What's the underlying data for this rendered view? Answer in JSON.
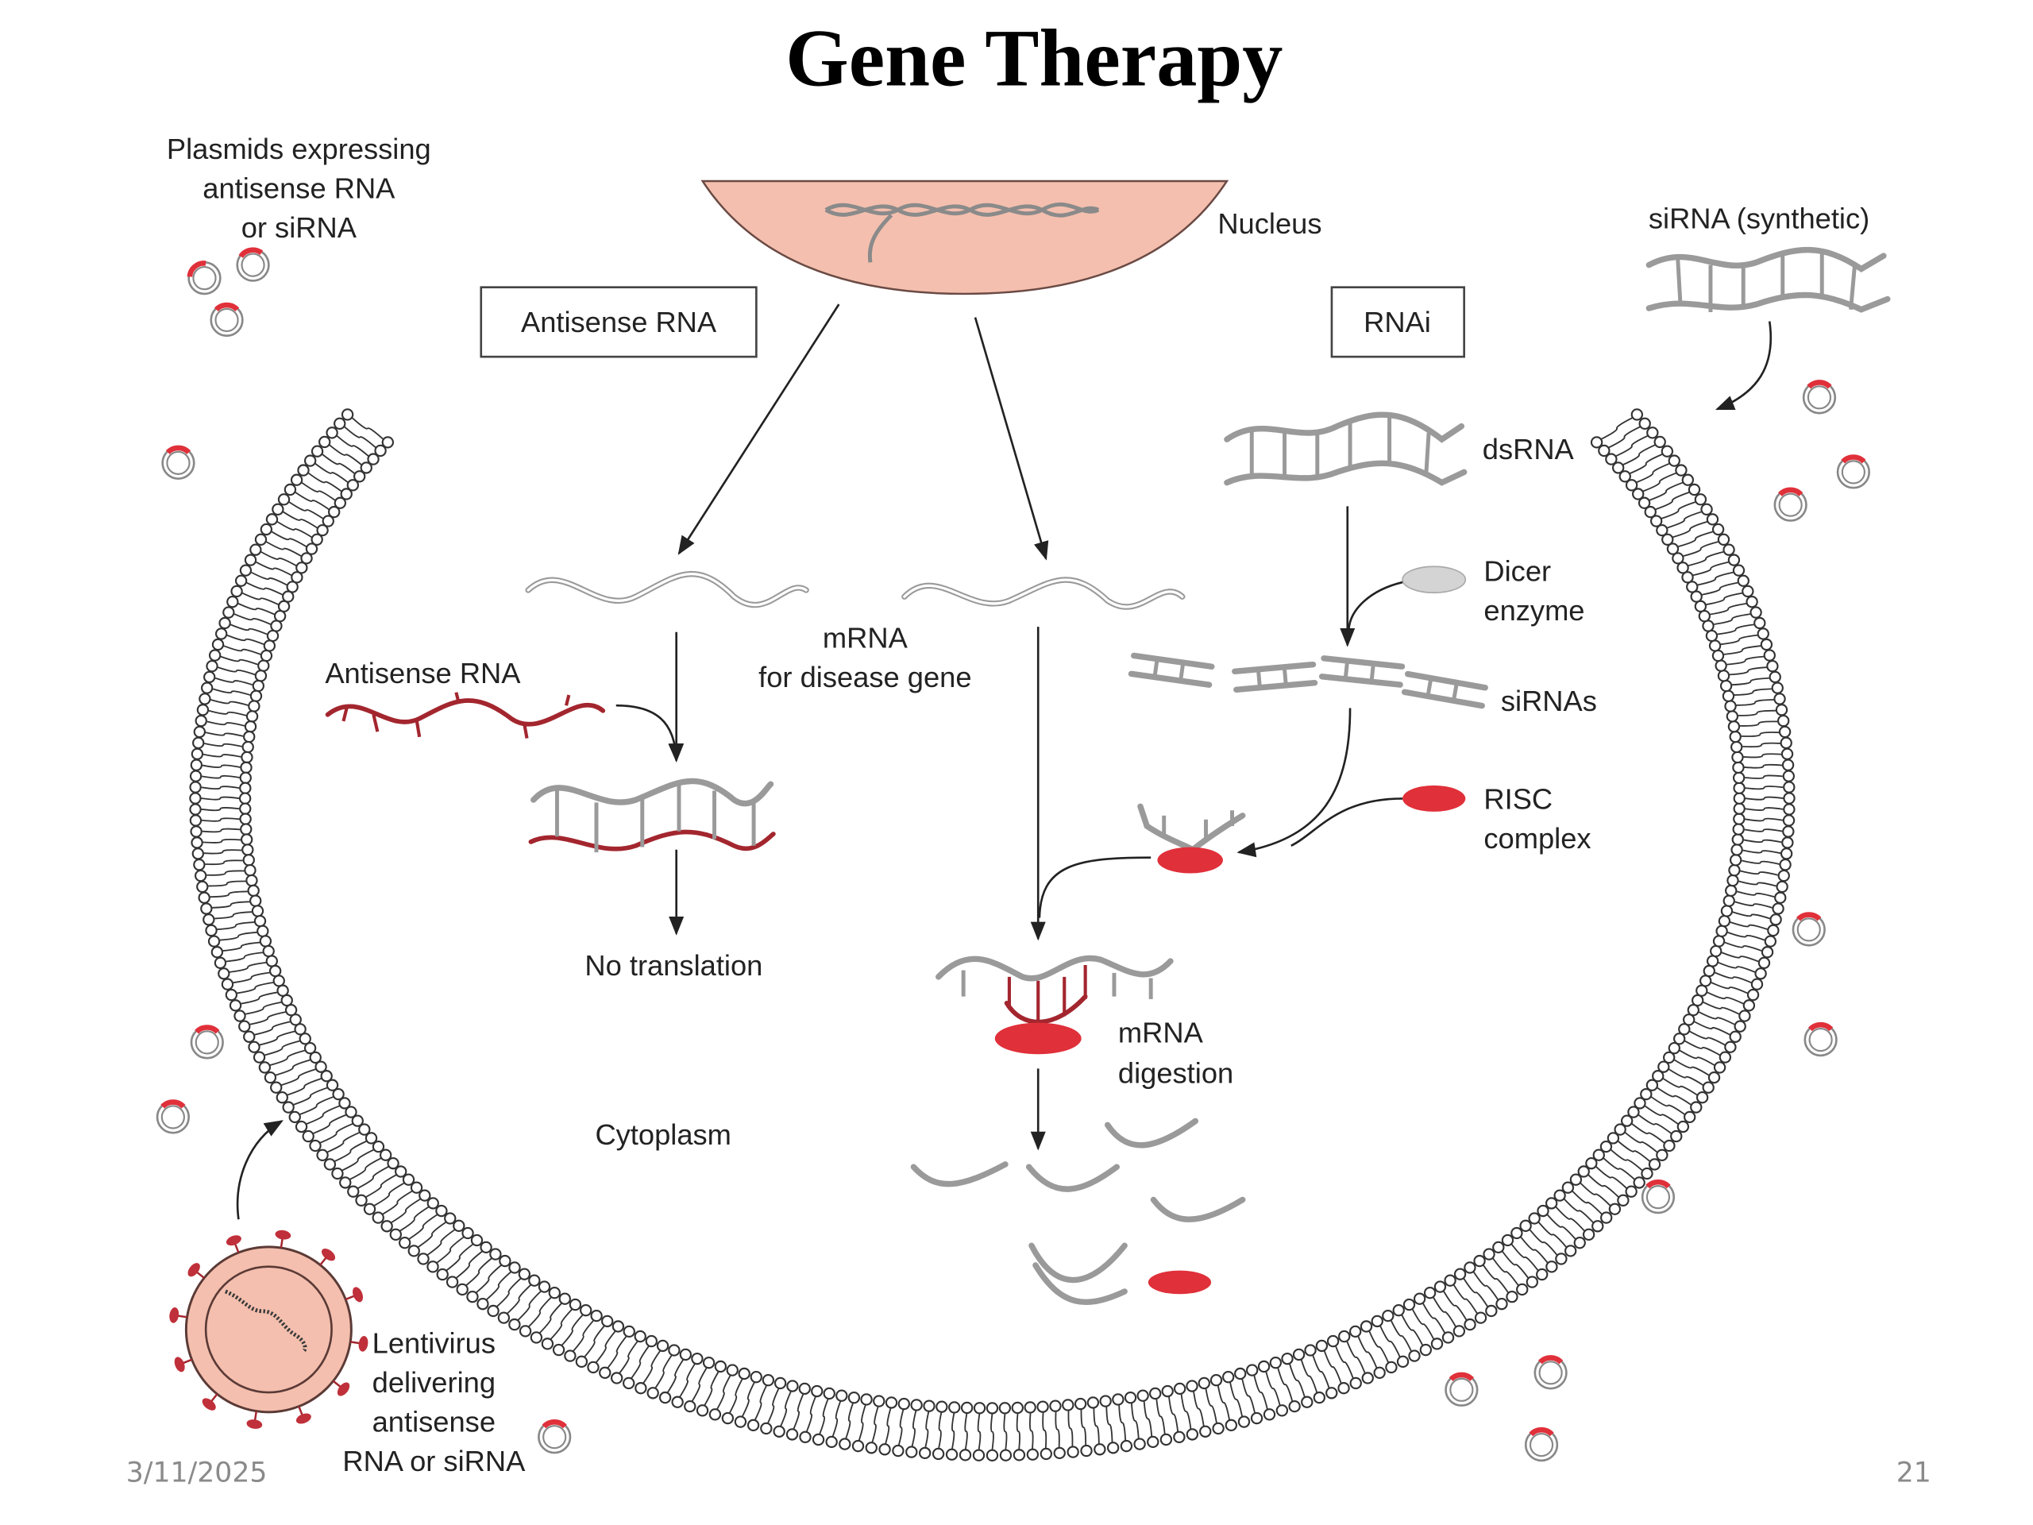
{
  "title": "Gene Therapy",
  "labels": {
    "plasmids": [
      "Plasmids expressing",
      "antisense RNA",
      "or siRNA"
    ],
    "nucleus": "Nucleus",
    "antisense_box": "Antisense RNA",
    "rnai_box": "RNAi",
    "sirna_synthetic": "siRNA (synthetic)",
    "dsrna": "dsRNA",
    "dicer": [
      "Dicer",
      "enzyme"
    ],
    "sirnas": "siRNAs",
    "risc": [
      "RISC",
      "complex"
    ],
    "antisense_rna": "Antisense RNA",
    "mrna": [
      "mRNA",
      "for disease gene"
    ],
    "no_translation": "No translation",
    "mrna_digestion": [
      "mRNA",
      "digestion"
    ],
    "cytoplasm": "Cytoplasm",
    "lentivirus": [
      "Lentivirus",
      "delivering",
      "antisense",
      "RNA or siRNA"
    ]
  },
  "footer": {
    "date": "3/11/2025",
    "page_number": "21"
  },
  "colors": {
    "nucleus_fill": "#f4bfae",
    "risc_red": "#e0303a",
    "antisense_red": "#a3262e",
    "dicer_gray": "#d4d4d4",
    "plasmid_red": "#e0303a"
  }
}
